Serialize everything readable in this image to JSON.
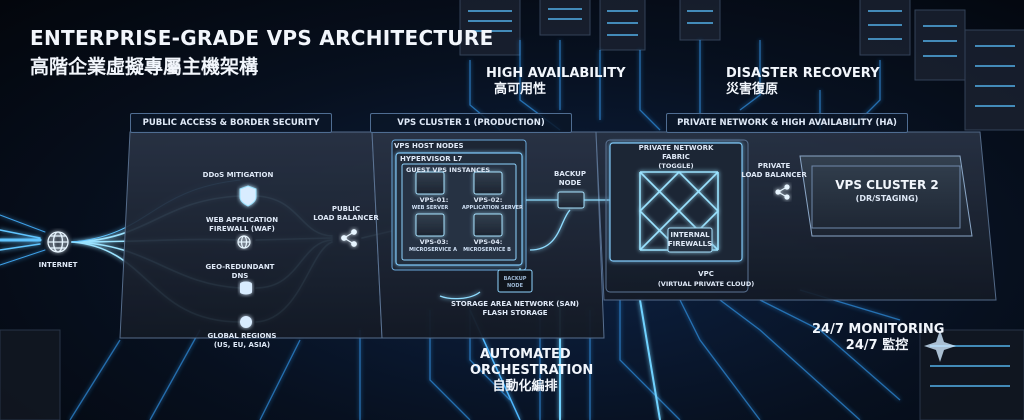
{
  "title": "ENTERPRISE-GRADE VPS ARCHITECTURE",
  "subtitle": "高階企業虛擬專屬主機架構",
  "sections": {
    "public_access": "PUBLIC ACCESS & BORDER SECURITY",
    "vps_cluster1": "VPS CLUSTER 1 (PRODUCTION)",
    "private_network": "PRIVATE NETWORK & HIGH AVAILABILITY (HA)"
  },
  "callouts": {
    "high_availability": "HIGH AVAILABILITY",
    "high_availability_zh": "高可用性",
    "disaster_recovery": "DISASTER RECOVERY",
    "disaster_recovery_zh": "災害復原",
    "automated": "AUTOMATED",
    "orchestration": "ORCHESTRATION",
    "orchestration_zh": "自動化編排",
    "monitoring": "24/7 MONITORING",
    "monitoring_zh": "24/7 監控"
  },
  "nodes": {
    "internet": "INTERNET",
    "ddos": "DDoS MITIGATION",
    "waf_1": "WEB APPLICATION",
    "waf_2": "FIREWALL (WAF)",
    "dns_1": "GEO-REDUNDANT",
    "dns_2": "DNS",
    "regions_1": "GLOBAL REGIONS",
    "regions_2": "(US, EU, ASIA)",
    "public_lb_1": "PUBLIC",
    "public_lb_2": "LOAD BALANCER",
    "host_nodes": "VPS HOST NODES",
    "hypervisor": "HYPERVISOR L7",
    "guest_instances": "GUEST VPS INSTANCES",
    "vps01_1": "VPS-01:",
    "vps01_2": "WEB SERVER",
    "vps02_1": "VPS-02:",
    "vps02_2": "APPLICATION SERVER",
    "vps03_1": "VPS-03:",
    "vps03_2": "MICROSERVICE A",
    "vps04_1": "VPS-04:",
    "vps04_2": "MICROSERVICE B",
    "backup_1": "BACKUP",
    "backup_2": "NODE",
    "backup_small_1": "BACKUP",
    "backup_small_2": "NODE",
    "san_1": "STORAGE AREA NETWORK (SAN)",
    "san_2": "FLASH STORAGE",
    "fabric_1": "PRIVATE NETWORK",
    "fabric_2": "FABRIC",
    "fabric_3": "(TOGGLE)",
    "internal_fw_1": "INTERNAL",
    "internal_fw_2": "FIREWALLS",
    "vpc_1": "VPC",
    "vpc_2": "(VIRTUAL PRIVATE CLOUD)",
    "private_lb_1": "PRIVATE",
    "private_lb_2": "LOAD BALANCER",
    "cluster2_1": "VPS CLUSTER 2",
    "cluster2_2": "(DR/STAGING)"
  },
  "colors": {
    "accent": "#4fb8ff",
    "glow": "#8fdcff",
    "panel": "#1b2230",
    "panel_edge": "#5c7494",
    "background": "#05080f"
  },
  "icons": [
    "globe-icon",
    "shield-icon",
    "dns-icon",
    "share-icon",
    "server-rack-icon",
    "cross-mesh-icon",
    "spark-icon"
  ]
}
